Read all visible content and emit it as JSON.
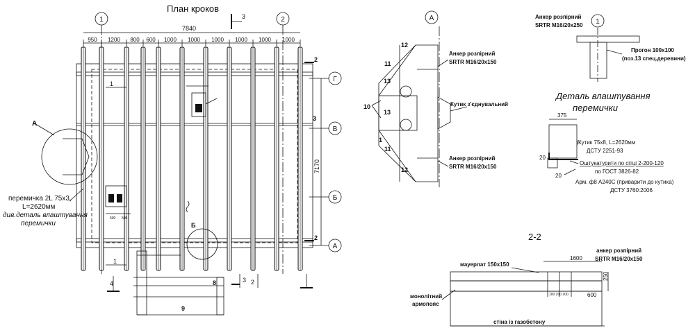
{
  "plan": {
    "title": "План кроков",
    "total_dim": "7840",
    "top_dims": [
      "950",
      "1200",
      "800",
      "600",
      "1000",
      "1000",
      "1000",
      "1000",
      "1000",
      "1000"
    ],
    "axis_left": "1",
    "axis_right": "2",
    "axis_rows": [
      "Г",
      "В",
      "Б",
      "А"
    ],
    "right_dim": "7170",
    "section_3": "3",
    "section_2": "2",
    "section_2b": "2",
    "marker_1a": "1",
    "marker_1b": "1",
    "marker_3": "3",
    "marker_3b": "3",
    "marker_4": "4",
    "marker_2": "2",
    "marker_8": "8",
    "marker_9": "9",
    "marker_A": "А",
    "marker_B": "Б",
    "bottom_dims": [
      "500",
      "500"
    ],
    "label_lintel_1": "перемичка 2L 75х3,",
    "label_lintel_2": "L=2620мм",
    "label_lintel_3": "див.деталь влаштування",
    "label_lintel_4": "перемички"
  },
  "detail_A": {
    "circle_label": "А",
    "anchor_top_1": "Анкер розпірний",
    "anchor_top_2": "SRTR M16/20x150",
    "connector": "Кутик з'єднувальний",
    "anchor_bottom_1": "Анкер розпірний",
    "anchor_bottom_2": "SRTR M16/20x150",
    "labels": [
      "12",
      "11",
      "13",
      "10",
      "13",
      "1",
      "11",
      "12"
    ]
  },
  "detail_1": {
    "anchor_1": "Анкер розпірний",
    "anchor_2": "SRTR M16/20x250",
    "axis": "1",
    "purlin_1": "Прогон 100х100",
    "purlin_2": "(поз.13 спец.деревини)"
  },
  "detail_lintel": {
    "title_1": "Деталь влаштування",
    "title_2": "перемички",
    "dim_top": "375",
    "dim_20a": "20",
    "dim_20b": "20",
    "note_angle_1": "Кутик 75х8, L=2620мм",
    "note_angle_2": "ДСТУ 2251-93",
    "note_fill_1": "Оштукатурити по сітці 2-200-120",
    "note_fill_2": "по ГОСТ 3826-82",
    "note_rebar_1": "Арм. ф8 А240С (приварити до кутика)",
    "note_rebar_2": "ДСТУ 3760:2006"
  },
  "section_2_2": {
    "title": "2-2",
    "anchor_1": "анкер розпірний",
    "anchor_2": "SRTR M16/20x150",
    "mauerlat": "мауерлат 150х150",
    "dim_1600": "1600",
    "dim_250": "250",
    "dim_600": "600",
    "small_dims": "100 200 200",
    "belt_1": "монолітний",
    "belt_2": "армопояс",
    "wall": "стіна із газобетону"
  }
}
